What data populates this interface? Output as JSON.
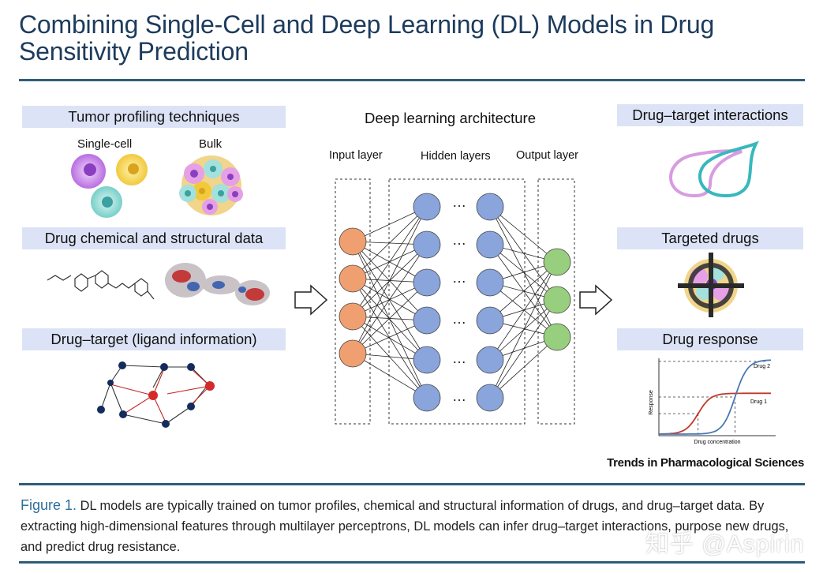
{
  "title": "Combining Single-Cell and Deep Learning (DL) Models in Drug Sensitivity Prediction",
  "left": {
    "tumor_title": "Tumor profiling techniques",
    "single_cell": "Single-cell",
    "bulk": "Bulk",
    "chem_title": "Drug chemical and structural data",
    "ligand_title": "Drug–target (ligand information)"
  },
  "center": {
    "title": "Deep learning architecture",
    "input_layer": "Input layer",
    "hidden_layers": "Hidden layers",
    "output_layer": "Output layer",
    "ellipsis": "…"
  },
  "right": {
    "interactions_title": "Drug–target interactions",
    "targeted_title": "Targeted drugs",
    "response_title": "Drug response",
    "chart_ylabel": "Response",
    "chart_xlabel": "Drug concentration",
    "drug1": "Drug 1",
    "drug2": "Drug 2"
  },
  "chart_data": {
    "type": "line",
    "title": "Drug response",
    "xlabel": "Drug concentration",
    "ylabel": "Response",
    "series": [
      {
        "name": "Drug 1",
        "color": "#c0392b",
        "shape": "sigmoid",
        "max": 0.55,
        "ec50": 0.35
      },
      {
        "name": "Drug 2",
        "color": "#4a78b5",
        "shape": "sigmoid",
        "max": 1.0,
        "ec50": 0.68
      }
    ]
  },
  "trends": "Trends in Pharmacological Sciences",
  "caption": {
    "fig_label": "Figure 1.",
    "text": " DL models are typically trained on tumor profiles, chemical and structural information of drugs, and drug–target data. By extracting high-dimensional features through multilayer perceptrons, DL models can infer drug–target interactions, purpose new drugs, and predict drug resistance."
  },
  "watermark": "知乎 @Aspirin",
  "colors": {
    "rule": "#2f5d78",
    "panel_bg": "#dde3f6",
    "input_node": "#f0a070",
    "hidden_node": "#8aa4dc",
    "output_node": "#98cf7e",
    "caption_accent": "#2e6f9a"
  }
}
